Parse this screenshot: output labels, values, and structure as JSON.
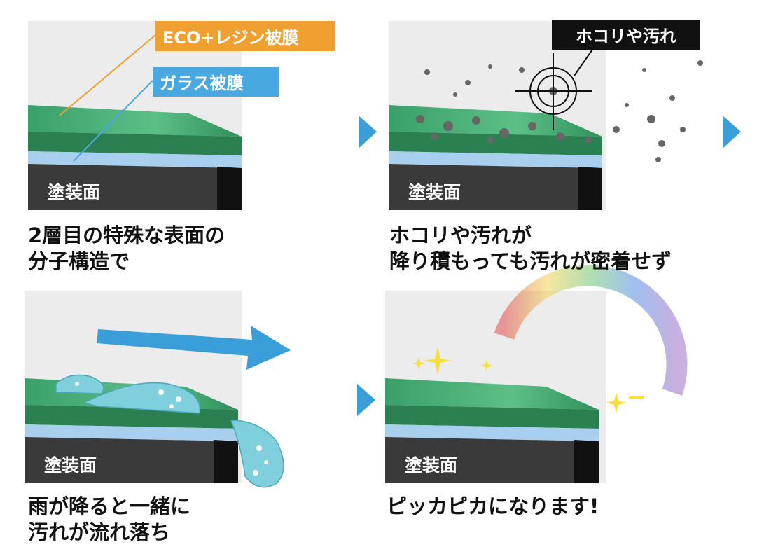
{
  "panels": [
    {
      "paint_label": "塗装面",
      "caption": [
        "2層目の特殊な表面の",
        "分子構造で"
      ],
      "tags": [
        "ECO+レジン被膜",
        "ガラス被膜"
      ]
    },
    {
      "paint_label": "塗装面",
      "caption": [
        "ホコリや汚れが",
        "降り積もっても汚れが密着せず"
      ],
      "tags": [
        "ホコリや汚れ"
      ]
    },
    {
      "paint_label": "塗装面",
      "caption": [
        "雨が降ると一緒に",
        "汚れが流れ落ち"
      ]
    },
    {
      "paint_label": "塗装面",
      "caption": [
        "ピッカピカになります!"
      ]
    }
  ],
  "colors": {
    "eco_tag": "#f0a030",
    "glass_tag": "#4aa8e0",
    "dust_tag": "#111111",
    "arrow": "#3a9fd8",
    "green": "#2f8f5a",
    "panel_bg": "#ececec"
  }
}
